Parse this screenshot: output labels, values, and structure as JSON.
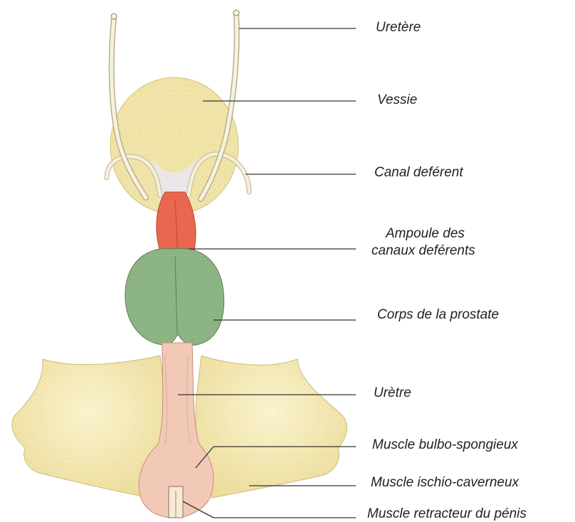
{
  "labels": {
    "uretere": "Uretère",
    "vessie": "Vessie",
    "canal_deferent": "Canal deférent",
    "ampoule_line1": "Ampoule des",
    "ampoule_line2": "canaux deférents",
    "prostate": "Corps de la prostate",
    "uretre": "Urètre",
    "bulbo": "Muscle bulbo-spongieux",
    "ischio": "Muscle ischio-caverneux",
    "retracteur": "Muscle retracteur du pénis"
  },
  "colors": {
    "bladder": "#f0e3a8",
    "ampulla": "#e8674e",
    "prostate": "#8fb786",
    "urethra": "#f1c9b6",
    "muscles": "#f5eab8",
    "leader": "#333333"
  }
}
